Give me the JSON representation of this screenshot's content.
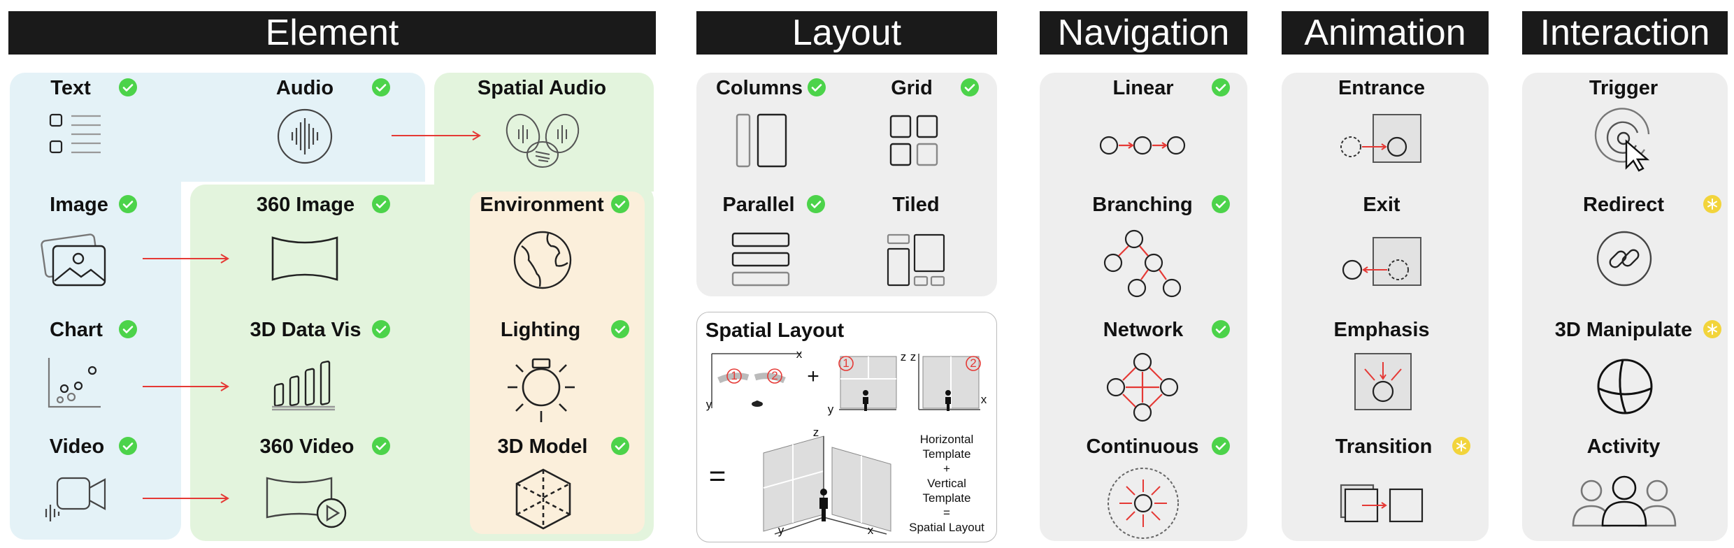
{
  "headers": {
    "element": "Element",
    "layout": "Layout",
    "navigation": "Navigation",
    "animation": "Animation",
    "interaction": "Interaction"
  },
  "element": {
    "text": "Text",
    "audio": "Audio",
    "spatial_audio": "Spatial Audio",
    "image": "Image",
    "image360": "360 Image",
    "environment": "Environment",
    "chart": "Chart",
    "data_vis_3d": "3D Data Vis",
    "lighting": "Lighting",
    "video": "Video",
    "video360": "360 Video",
    "model3d": "3D Model"
  },
  "layout": {
    "columns": "Columns",
    "grid": "Grid",
    "parallel": "Parallel",
    "tiled": "Tiled",
    "spatial_layout_title": "Spatial Layout",
    "axis_x": "x",
    "axis_y": "y",
    "axis_z": "z",
    "num1": "1",
    "num2": "2",
    "plus": "+",
    "equals": "=",
    "formula": [
      "Horizontal",
      "Template",
      "+",
      "Vertical",
      "Template",
      "=",
      "Spatial Layout"
    ]
  },
  "navigation": {
    "linear": "Linear",
    "branching": "Branching",
    "network": "Network",
    "continuous": "Continuous"
  },
  "animation": {
    "entrance": "Entrance",
    "exit": "Exit",
    "emphasis": "Emphasis",
    "transition": "Transition"
  },
  "interaction": {
    "trigger": "Trigger",
    "redirect": "Redirect",
    "manipulate3d": "3D Manipulate",
    "activity": "Activity"
  },
  "colors": {
    "blue_panel": "#e4f2f7",
    "green_panel": "#e3f4dd",
    "orange_panel": "#fbefdb",
    "gray_panel": "#eeeeee",
    "header": "#1a1a1a",
    "badge_green": "#4cd34a",
    "badge_yellow": "#f2d43b",
    "arrow_red": "#e53935"
  },
  "badges": {
    "green": "check-icon",
    "yellow": "asterisk-icon"
  }
}
